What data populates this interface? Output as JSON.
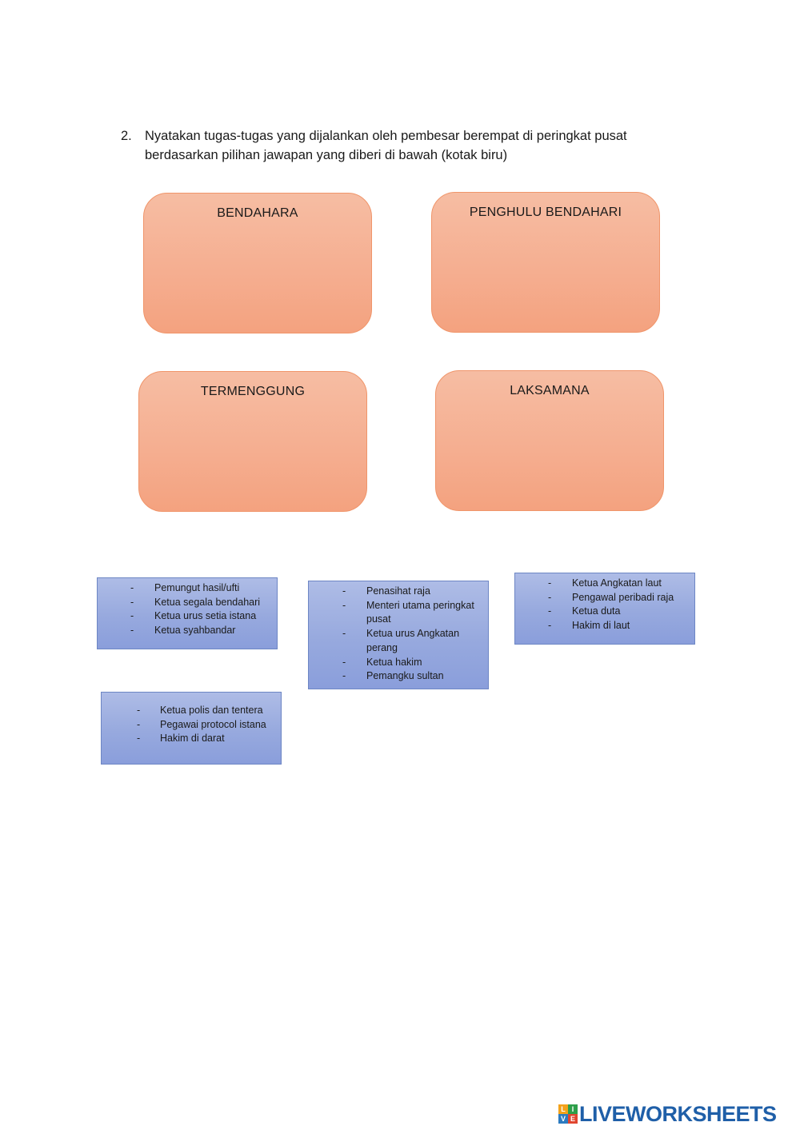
{
  "question": {
    "number": "2.",
    "text": "Nyatakan tugas-tugas yang dijalankan oleh pembesar berempat di peringkat pusat berdasarkan pilihan jawapan yang diberi di bawah (kotak biru)"
  },
  "targets": [
    {
      "label": "BENDAHARA"
    },
    {
      "label": "PENGHULU BENDAHARI"
    },
    {
      "label": "TERMENGGUNG"
    },
    {
      "label": "LAKSAMANA"
    }
  ],
  "cards": [
    {
      "items": [
        "Pemungut hasil/ufti",
        "Ketua segala bendahari",
        "Ketua urus setia istana",
        "Ketua syahbandar"
      ]
    },
    {
      "items": [
        "Penasihat raja",
        "Menteri utama peringkat pusat",
        "Ketua urus Angkatan perang",
        "Ketua hakim",
        "Pemangku sultan"
      ]
    },
    {
      "items": [
        "Ketua Angkatan laut",
        "Pengawal peribadi raja",
        "Ketua duta",
        "Hakim di laut"
      ]
    },
    {
      "items": [
        "Ketua polis dan tentera",
        "Pegawai protocol istana",
        "Hakim di darat"
      ]
    }
  ],
  "bullet": "-",
  "brand": {
    "text": "LIVEWORKSHEETS",
    "icon_letters": [
      "L",
      "I",
      "V",
      "E"
    ]
  },
  "colors": {
    "target_fill": "#f5ad8f",
    "target_border": "#f0956a",
    "card_fill": "#97a9de",
    "card_border": "#6d86c4",
    "brand": "#1f5fa8"
  }
}
